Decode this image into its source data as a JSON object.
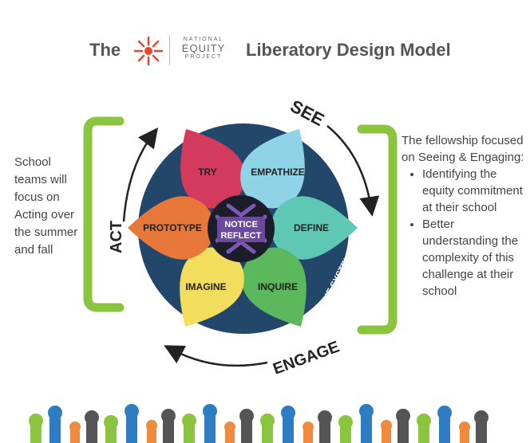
{
  "header": {
    "the": "The",
    "logo_line1": "NATIONAL",
    "logo_line2": "EQUITY",
    "logo_line3": "PROJECT",
    "title": "Liberatory Design Model"
  },
  "left_note": "School teams will focus on Acting over the summer and fall",
  "right_note": {
    "intro": "The fellowship focused on Seeing & Engaging:",
    "bullets": [
      "Identifying the equity commitment at their school",
      "Better understanding the complexity of this challenge at their school"
    ]
  },
  "model": {
    "outer_labels": {
      "see": "SEE",
      "act": "ACT",
      "engage": "ENGAGE",
      "see_the_system": "SEE THE SYSTEM"
    },
    "center": {
      "line1": "NOTICE",
      "line2": "REFLECT"
    },
    "petals": [
      {
        "label": "TRY",
        "color": "#d33a5e"
      },
      {
        "label": "EMPATHIZE",
        "color": "#8fd4e6"
      },
      {
        "label": "DEFINE",
        "color": "#5fc8b4"
      },
      {
        "label": "INQUIRE",
        "color": "#5cb85c"
      },
      {
        "label": "IMAGINE",
        "color": "#f2de5c"
      },
      {
        "label": "PROTOTYPE",
        "color": "#e8783a"
      }
    ],
    "colors": {
      "disc": "#22476b",
      "bracket": "#8bc53f",
      "center": "#6b4a9e"
    }
  },
  "footer": {
    "description": "row of raised hands",
    "colors": [
      "#8bc53f",
      "#2e7cc3",
      "#555555",
      "#f08a3c"
    ]
  }
}
